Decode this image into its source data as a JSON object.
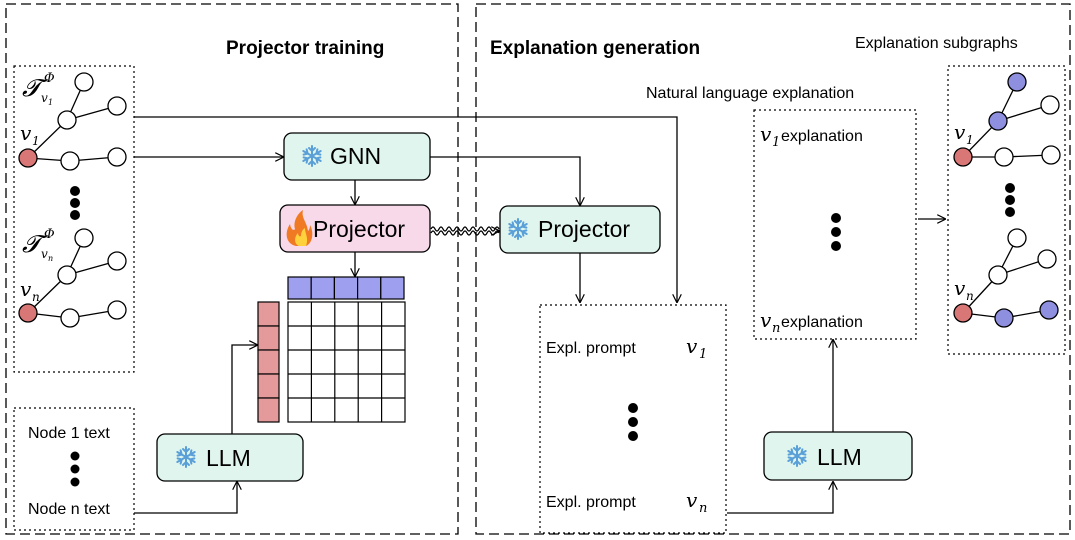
{
  "panels": {
    "left_title": "Projector training",
    "right_title": "Explanation generation"
  },
  "labels": {
    "explanation_subgraphs": "Explanation subgraphs",
    "natural_language_explanation": "Natural language explanation",
    "node1_text": "Node 1 text",
    "noden_text": "Node n text"
  },
  "modules": {
    "gnn": "GNN",
    "projector_train": "Projector",
    "projector_frozen": "Projector",
    "llm_left": "LLM",
    "llm_right": "LLM"
  },
  "prompts": {
    "prefix": "Expl. prompt",
    "v1_label": "v",
    "v1_sub": "1",
    "vn_label": "v",
    "vn_sub": "n"
  },
  "explanations": {
    "v1_suffix": "explanation",
    "vn_suffix": "explanation"
  },
  "graph_labels": {
    "tau_symbol": "𝓣",
    "phi_symbol": "Φ",
    "v": "v",
    "sub1": "1",
    "subn": "n"
  },
  "icons": {
    "frozen": "snowflake-icon",
    "trainable": "flame-icon"
  },
  "colors": {
    "module_fill": "#dff5ee",
    "projector_train_fill": "#f8d9ea",
    "node_red": "#d97777",
    "node_blue": "#8f8fe0",
    "llm_embed": "#e49a9a",
    "gnn_embed": "#9f9ff0",
    "snowflake": "#5a9fd8"
  }
}
